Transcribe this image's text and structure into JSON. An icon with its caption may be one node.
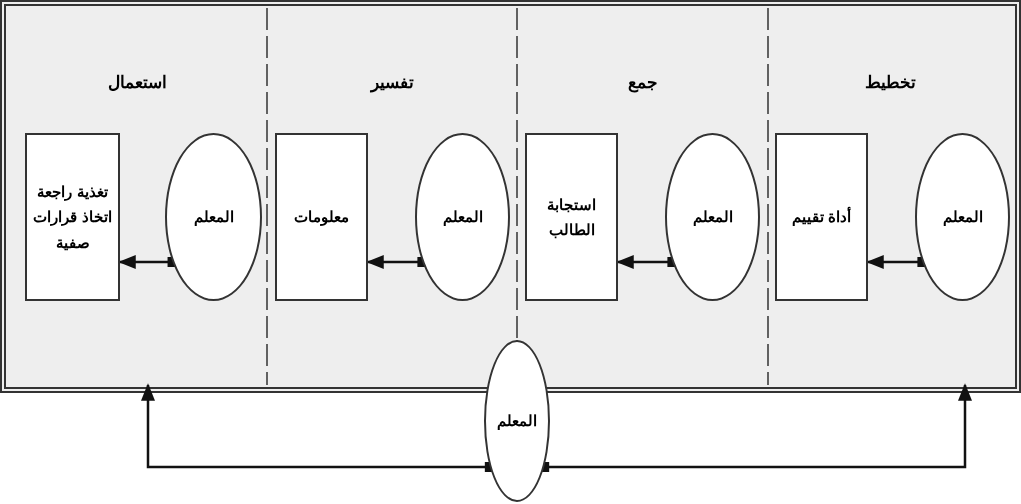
{
  "diagram": {
    "nodes": [
      {
        "text": [
          "تخطيط"
        ]
      },
      {
        "text": [
          "المعلم"
        ],
        "in": 0
      },
      {
        "text": [
          "أداة تقييم"
        ],
        "in": 0
      },
      {
        "text": [
          "جمع"
        ]
      },
      {
        "text": [
          "المعلم"
        ],
        "in": 3
      },
      {
        "text": [
          "استجابة الطالب"
        ],
        "in": 3
      },
      {
        "text": [
          "تفسير"
        ]
      },
      {
        "text": [
          "المعلم"
        ],
        "in": 6
      },
      {
        "text": [
          "معلومات"
        ],
        "in": 6
      },
      {
        "text": [
          "استعمال"
        ]
      },
      {
        "text": [
          "المعلم"
        ],
        "in": 9
      },
      {
        "text": [
          "تغذية راجعة اتخاذ قرارات صفية"
        ],
        "in": 9
      },
      {
        "text": [
          "المعلم"
        ]
      }
    ],
    "edges": [
      {
        "from": 1,
        "to": 2,
        "arrow": "to"
      },
      {
        "from": 4,
        "to": 5,
        "arrow": "to"
      },
      {
        "from": 7,
        "to": 8,
        "arrow": "to"
      },
      {
        "from": 10,
        "to": 11,
        "arrow": "to"
      },
      {
        "from": 12,
        "to": 0,
        "arrow": "to"
      },
      {
        "from": 12,
        "to": 9,
        "arrow": "to"
      }
    ]
  }
}
